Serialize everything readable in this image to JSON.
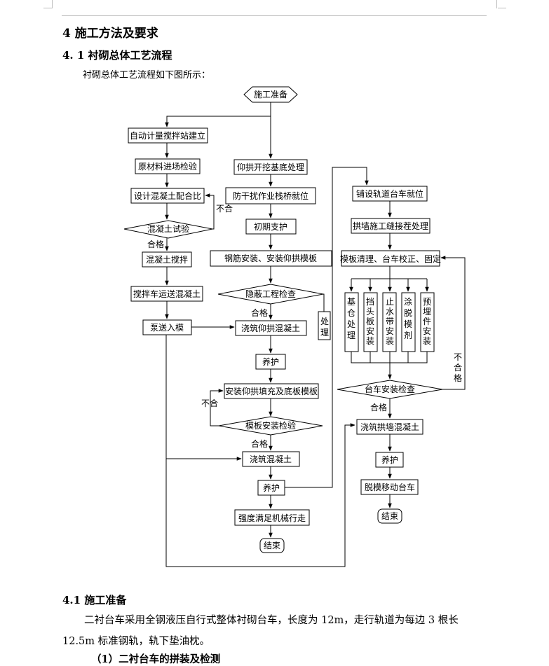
{
  "section": {
    "heading": "4  施工方法及要求",
    "subheading": "4. 1 衬砌总体工艺流程",
    "intro": "衬砌总体工艺流程如下图所示："
  },
  "flow": {
    "start": "施工准备",
    "left": [
      "自动计量搅拌站建立",
      "原材料进场检验",
      "设计混凝土配合比",
      "混凝土试验",
      "混凝土搅拌",
      "搅拌车运送混凝土",
      "泵送入模"
    ],
    "center": [
      "仰拱开挖基底处理",
      "防干扰作业栈桥就位",
      "初期支护",
      "钢筋安装、安装仰拱模板",
      "隐蔽工程检查",
      "浇筑仰拱混凝土",
      "养护",
      "安装仰拱填充及底板模板",
      "模板安装检验",
      "浇筑混凝土",
      "养护",
      "强度满足机械行走",
      "结束"
    ],
    "right": [
      "铺设轨道台车就位",
      "拱墙施工缝接茬处理",
      "模板清理、台车校正、固定",
      "台车安装检查",
      "浇筑拱墙混凝土",
      "养护",
      "脱模移动台车",
      "结束"
    ],
    "verticals": [
      "基仓处理",
      "挡头板安装",
      "止水带安装",
      "涂脱模剂",
      "预埋件安装"
    ],
    "labels": {
      "fail": "不合",
      "fail2": "不合",
      "fail_full": "不合格",
      "pass": "合格",
      "handle": "处理"
    }
  },
  "section2": {
    "heading": "4.1 施工准备",
    "para1": "二衬台车采用全钢液压自行式整体衬砌台车，长度为 12m，走行轨道为每边 3 根长",
    "para2": "12.5m 标准钢轨，轨下垫油枕。",
    "para3": "（1）二衬台车的拼装及检测"
  }
}
